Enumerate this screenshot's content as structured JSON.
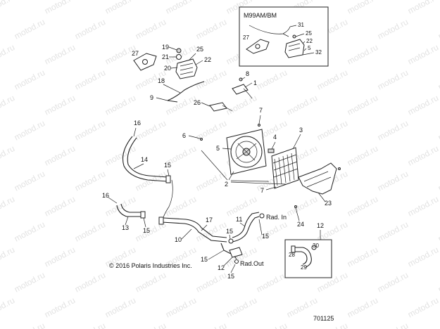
{
  "watermark": "motod.ru",
  "inset_top": {
    "title": "M99AM/BM",
    "labels": [
      "27",
      "31",
      "25",
      "22",
      "5",
      "32"
    ]
  },
  "inset_bottom": {
    "labels": [
      "12",
      "30",
      "28",
      "29"
    ]
  },
  "labels": {
    "l19": "19",
    "l21": "21",
    "l25": "25",
    "l22": "22",
    "l20": "20",
    "l27": "27",
    "l8": "8",
    "l1": "1",
    "l18": "18",
    "l9": "9",
    "l26": "26",
    "l7a": "7",
    "l16a": "16",
    "l6": "6",
    "l4": "4",
    "l3": "3",
    "l5": "5",
    "l14": "14",
    "l15a": "15",
    "l2": "2",
    "l7b": "7",
    "l23": "23",
    "l16b": "16",
    "l13": "13",
    "l15b": "15",
    "l17": "17",
    "l11": "11",
    "l10": "10",
    "l15c": "15",
    "l15d": "15",
    "l24": "24",
    "l15e": "15",
    "l12": "12",
    "l15f": "15"
  },
  "rad_in": "Rad. In",
  "rad_out": "Rad.Out",
  "copyright": "© 2016 Polaris Industries Inc.",
  "diagram_id": "701125"
}
